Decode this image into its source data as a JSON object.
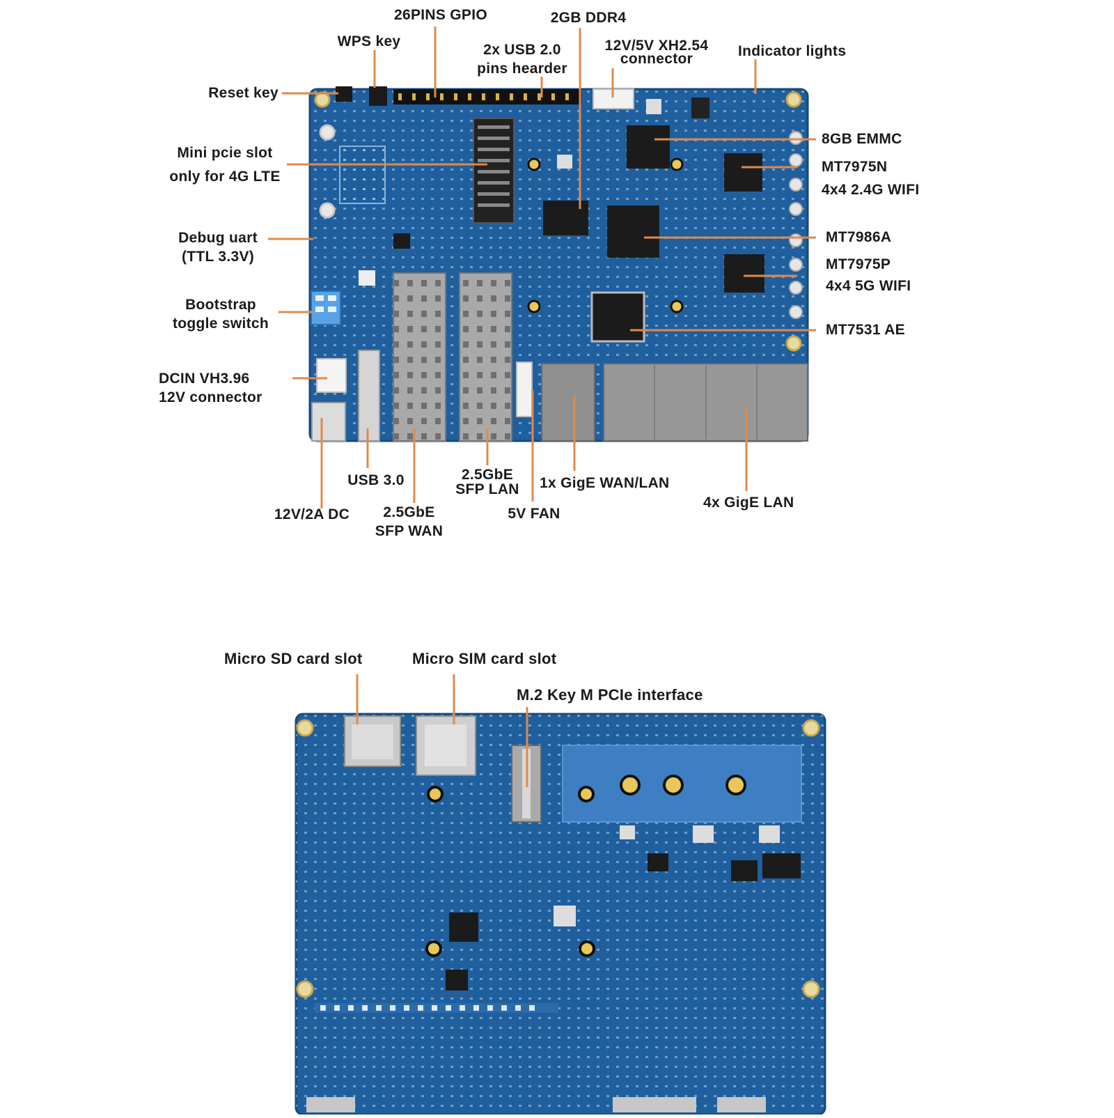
{
  "colors": {
    "pcb": "#1f5f9e",
    "pcb_dark": "#184d82",
    "trace": "#2c6fb0",
    "leader": "#e08a4a",
    "metal": "#9a9a9a",
    "chip": "#1b1b1b",
    "gold": "#d9b24a"
  },
  "top_board": {
    "labels": {
      "gpio": "26PINS GPIO",
      "ddr4": "2GB DDR4",
      "wps": "WPS key",
      "usb2_l1": "2x USB 2.0",
      "usb2_l2": "pins hearder",
      "xh_l1": "12V/5V XH2.54",
      "xh_l2": "connector",
      "indicator": "Indicator lights",
      "reset": "Reset key",
      "emmc": "8GB EMMC",
      "mpcie_l1": "Mini pcie slot",
      "mpcie_l2": "only for 4G LTE",
      "mt7975n_l1": "MT7975N",
      "mt7975n_l2": "4x4 2.4G WIFI",
      "debug_l1": "Debug uart",
      "debug_l2": "(TTL 3.3V)",
      "mt7986a": "MT7986A",
      "mt7975p_l1": "MT7975P",
      "mt7975p_l2": "4x4 5G WIFI",
      "boot_l1": "Bootstrap",
      "boot_l2": "toggle switch",
      "mt7531": "MT7531 AE",
      "dcin_l1": "DCIN VH3.96",
      "dcin_l2": "12V connector",
      "sfp_lan_l1": "2.5GbE",
      "sfp_lan_l2": "SFP LAN",
      "usb3": "USB 3.0",
      "gige1": "1x GigE WAN/LAN",
      "gige4": "4x GigE LAN",
      "dc": "12V/2A DC",
      "sfp_wan_l1": "2.5GbE",
      "sfp_wan_l2": "SFP WAN",
      "fan": "5V FAN"
    }
  },
  "bottom_board": {
    "labels": {
      "sd": "Micro SD card slot",
      "sim": "Micro SIM card slot",
      "m2": "M.2 Key M PCIe interface"
    }
  }
}
